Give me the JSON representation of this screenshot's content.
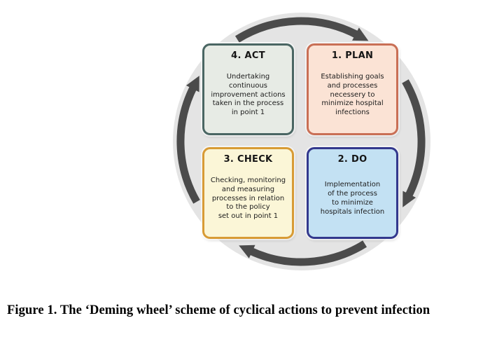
{
  "diagram": {
    "wheel": {
      "circle_color": "#e4e4e4",
      "arrow_color": "#4b4b4b"
    },
    "boxes": [
      {
        "id": "act",
        "title": "4. ACT",
        "body": "Undertaking\ncontinuous\nimprovement actions\ntaken in the process\nin point 1",
        "bg": "#e7ebe5",
        "border": "#4a6663"
      },
      {
        "id": "plan",
        "title": "1. PLAN",
        "body": "Establishing goals\nand processes\nnecessery to\nminimize hospital\ninfections",
        "bg": "#fbe3d5",
        "border": "#c96f55"
      },
      {
        "id": "check",
        "title": "3. CHECK",
        "body": "Checking, monitoring\nand measuring\nprocesses in relation\nto the policy\nset out in point 1",
        "bg": "#fbf6d7",
        "border": "#d89b35"
      },
      {
        "id": "do",
        "title": "2. DO",
        "body": "Implementation\nof the process\nto minimize\nhospitals infection",
        "bg": "#c3e1f3",
        "border": "#33388d"
      }
    ]
  },
  "caption": "Figure 1. The ‘Deming wheel’ scheme of cyclical actions to prevent infection"
}
